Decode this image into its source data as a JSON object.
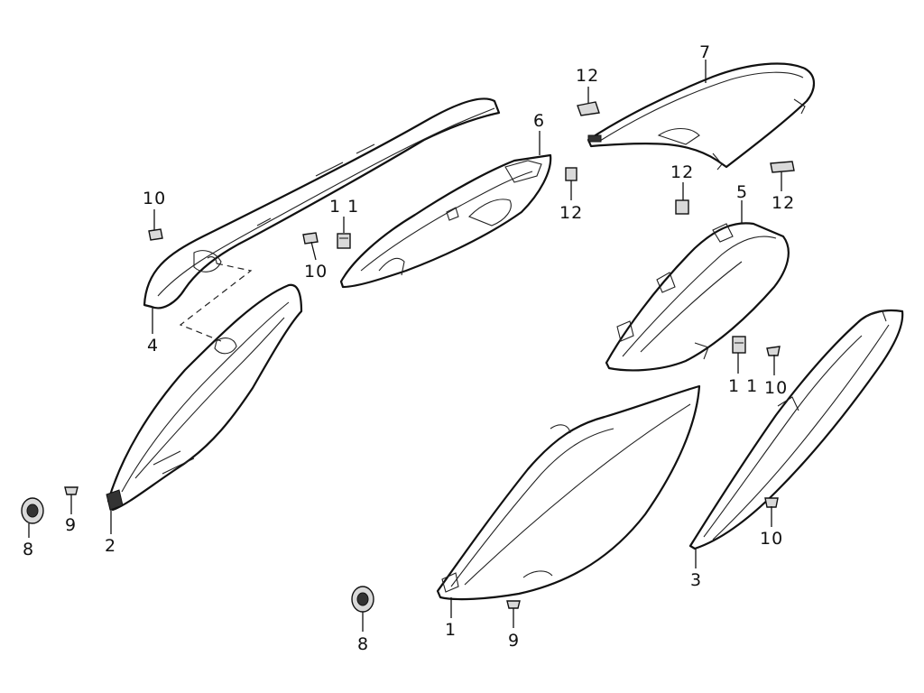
{
  "callouts": {
    "c1": "1",
    "c2": "2",
    "c3": "3",
    "c4": "4",
    "c5": "5",
    "c6": "6",
    "c7": "7",
    "c8a": "8",
    "c8b": "8",
    "c9a": "9",
    "c9b": "9",
    "c10a": "10",
    "c10b": "10",
    "c10c": "10",
    "c10d": "10",
    "c11a": "1 1",
    "c11b": "1 1",
    "c12a": "12",
    "c12b": "12",
    "c12c": "12",
    "c12d": "12"
  },
  "colors": {
    "line": "#111111",
    "background": "#ffffff",
    "fill": "#ffffff",
    "hardware": "#d9d9d9"
  }
}
